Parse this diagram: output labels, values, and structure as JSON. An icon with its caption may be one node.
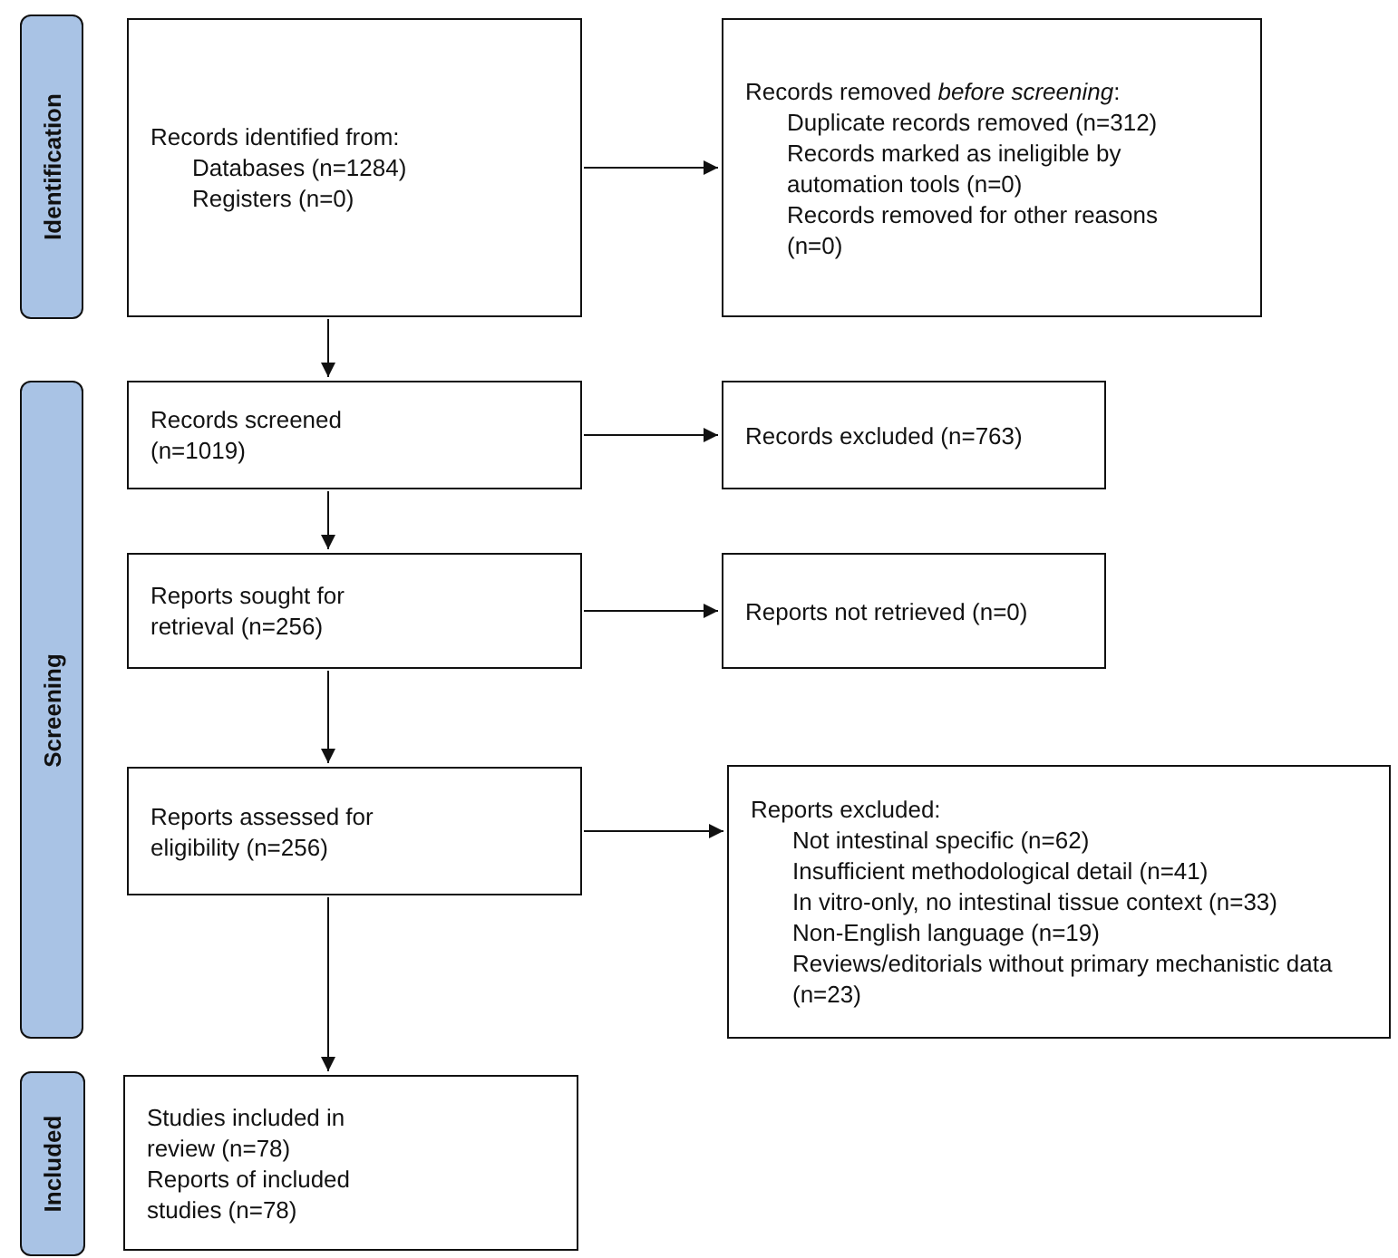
{
  "diagram": {
    "nodes": [
      {
        "text": [
          "Identification"
        ]
      },
      {
        "text": [
          "Records identified from:",
          "Databases (n=1284)",
          "Registers (n=0)"
        ]
      },
      {
        "text": [
          "Records removed *before screening*:",
          "Duplicate records removed (n=312)",
          "Records marked as ineligible by automation tools (n=0)",
          "Records removed for other reasons (n=0)"
        ]
      },
      {
        "text": [
          "Screening"
        ]
      },
      {
        "text": [
          "Records screened (n=1019)"
        ]
      },
      {
        "text": [
          "Records excluded (n=763)"
        ]
      },
      {
        "text": [
          "Reports sought for retrieval (n=256)"
        ]
      },
      {
        "text": [
          "Reports not retrieved (n=0)"
        ]
      },
      {
        "text": [
          "Reports assessed for eligibility (n=256)"
        ]
      },
      {
        "text": [
          "Reports excluded:",
          "Not intestinal specific (n=62)",
          "Insufficient methodological detail (n=41)",
          "In vitro-only, no intestinal tissue context (n=33)",
          "Non-English language (n=19)",
          "Reviews/editorials without primary mechanistic data (n=23)"
        ]
      },
      {
        "text": [
          "Included"
        ]
      },
      {
        "text": [
          "Studies included in review (n=78)",
          "Reports of included studies (n=78)"
        ]
      }
    ],
    "edges": [
      {
        "from": 1,
        "to": 2,
        "arrow": "to"
      },
      {
        "from": 1,
        "to": 4,
        "arrow": "to"
      },
      {
        "from": 4,
        "to": 5,
        "arrow": "to"
      },
      {
        "from": 4,
        "to": 6,
        "arrow": "to"
      },
      {
        "from": 6,
        "to": 7,
        "arrow": "to"
      },
      {
        "from": 6,
        "to": 8,
        "arrow": "to"
      },
      {
        "from": 8,
        "to": 9,
        "arrow": "to"
      },
      {
        "from": 8,
        "to": 11,
        "arrow": "to"
      }
    ]
  }
}
